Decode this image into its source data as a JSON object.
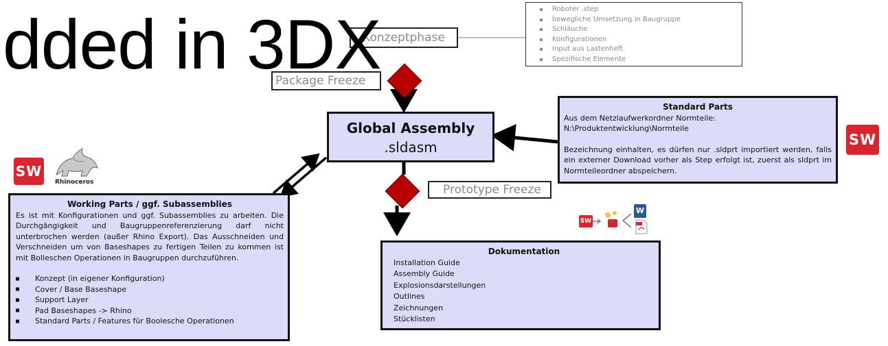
{
  "overlay_text": "dded in 3DX",
  "konzeptphase": {
    "label": "Konzeptphase"
  },
  "konzept_notes": {
    "items": [
      "Roboter .step",
      "bewegliche Umsetzung in Baugruppe",
      "Schläuche",
      "Konfigurationen",
      "Input aus Lastenheft",
      "Spezifische Elemente"
    ]
  },
  "package_freeze": {
    "label": "Package Freeze"
  },
  "global_assembly": {
    "title": "Global Assembly",
    "subtitle": ".sldasm"
  },
  "standard_parts": {
    "title": "Standard Parts",
    "line1": "Aus dem Netzlaufwerkordner Normteile:",
    "line2": "N:\\Produktentwicklung\\Normteile",
    "line3": "Bezeichnung einhalten, es dürfen nur .sldprt importiert werden, falls ein externer Download vorher als Step erfolgt ist, zuerst als sldprt im Normteileordner abspeichern."
  },
  "prototype_freeze": {
    "label": "Prototype Freeze"
  },
  "working_parts": {
    "title": "Working Parts / ggf. Subassemblies",
    "body": "Es ist mit Konfigurationen und ggf. Subassemblies zu arbeiten. Die Durchgängigkeit und Baugruppenreferenzierung darf nicht unterbrochen werden (außer Rhino Export). Das Ausschneiden und Verschneiden um von Baseshapes zu fertigen Teilen zu kommen ist mit Bolleschen Operationen in Baugruppen durchzuführen.",
    "items": [
      "Konzept (in eigener Konfiguration)",
      "Cover / Base Baseshape",
      "Support Layer",
      "Pad Baseshapes -> Rhino",
      "Standard Parts / Features für Boolesche Operationen"
    ]
  },
  "dokumentation": {
    "title": "Dokumentation",
    "items": [
      "Installation Guide",
      "Assembly Guide",
      "Explosionsdarstellungen",
      "Outlines",
      "Zeichnungen",
      "Stücklisten"
    ]
  },
  "logos": {
    "solidworks_text": "SW",
    "rhino_text": "Rhinoceros",
    "word_text": "W"
  },
  "colors": {
    "box_fill": "#dcdcfa",
    "diamond": "#b80000",
    "solidworks_red": "#d8262e"
  }
}
